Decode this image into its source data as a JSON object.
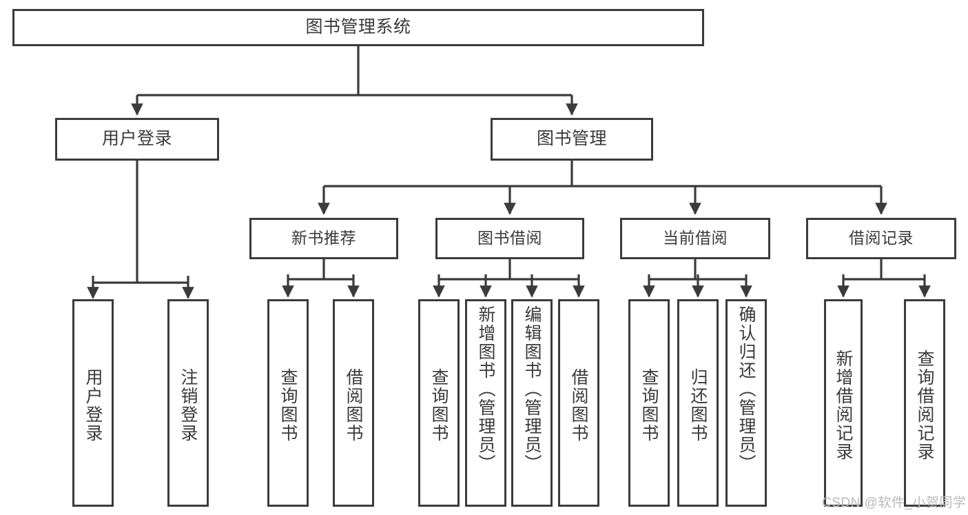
{
  "diagram": {
    "title": "图书管理系统",
    "type": "hierarchy-tree",
    "root": {
      "id": "root",
      "label": "图书管理系统"
    },
    "level1": [
      {
        "id": "user-login",
        "label": "用户登录"
      },
      {
        "id": "book-manage",
        "label": "图书管理"
      }
    ],
    "level2": [
      {
        "id": "new-book-recommend",
        "label": "新书推荐",
        "parent": "book-manage"
      },
      {
        "id": "book-borrow",
        "label": "图书借阅",
        "parent": "book-manage"
      },
      {
        "id": "current-borrow",
        "label": "当前借阅",
        "parent": "book-manage"
      },
      {
        "id": "borrow-record",
        "label": "借阅记录",
        "parent": "book-manage"
      }
    ],
    "leaves": {
      "user_login": [
        {
          "id": "leaf-user-login",
          "label": "用户登录"
        },
        {
          "id": "leaf-logout",
          "label": "注销登录"
        }
      ],
      "new_book_recommend": [
        {
          "id": "leaf-query-book-1",
          "label": "查询图书"
        },
        {
          "id": "leaf-borrow-book-1",
          "label": "借阅图书"
        }
      ],
      "book_borrow": [
        {
          "id": "leaf-query-book-2",
          "label": "查询图书"
        },
        {
          "id": "leaf-add-book",
          "label": "新增图书（管理员）"
        },
        {
          "id": "leaf-edit-book",
          "label": "编辑图书（管理员）"
        },
        {
          "id": "leaf-borrow-book-2",
          "label": "借阅图书"
        }
      ],
      "current_borrow": [
        {
          "id": "leaf-query-book-3",
          "label": "查询图书"
        },
        {
          "id": "leaf-return-book",
          "label": "归还图书"
        },
        {
          "id": "leaf-confirm-return",
          "label": "确认归还（管理员）"
        }
      ],
      "borrow_record": [
        {
          "id": "leaf-add-record",
          "label": "新增借阅记录"
        },
        {
          "id": "leaf-query-record",
          "label": "查询借阅记录"
        }
      ]
    }
  },
  "watermark": {
    "text": "CSDN @软件_小贺同学"
  },
  "colors": {
    "border": "#3b3b3b",
    "text": "#3a3a3a",
    "background": "#ffffff",
    "watermark": "#b9b9b9"
  }
}
